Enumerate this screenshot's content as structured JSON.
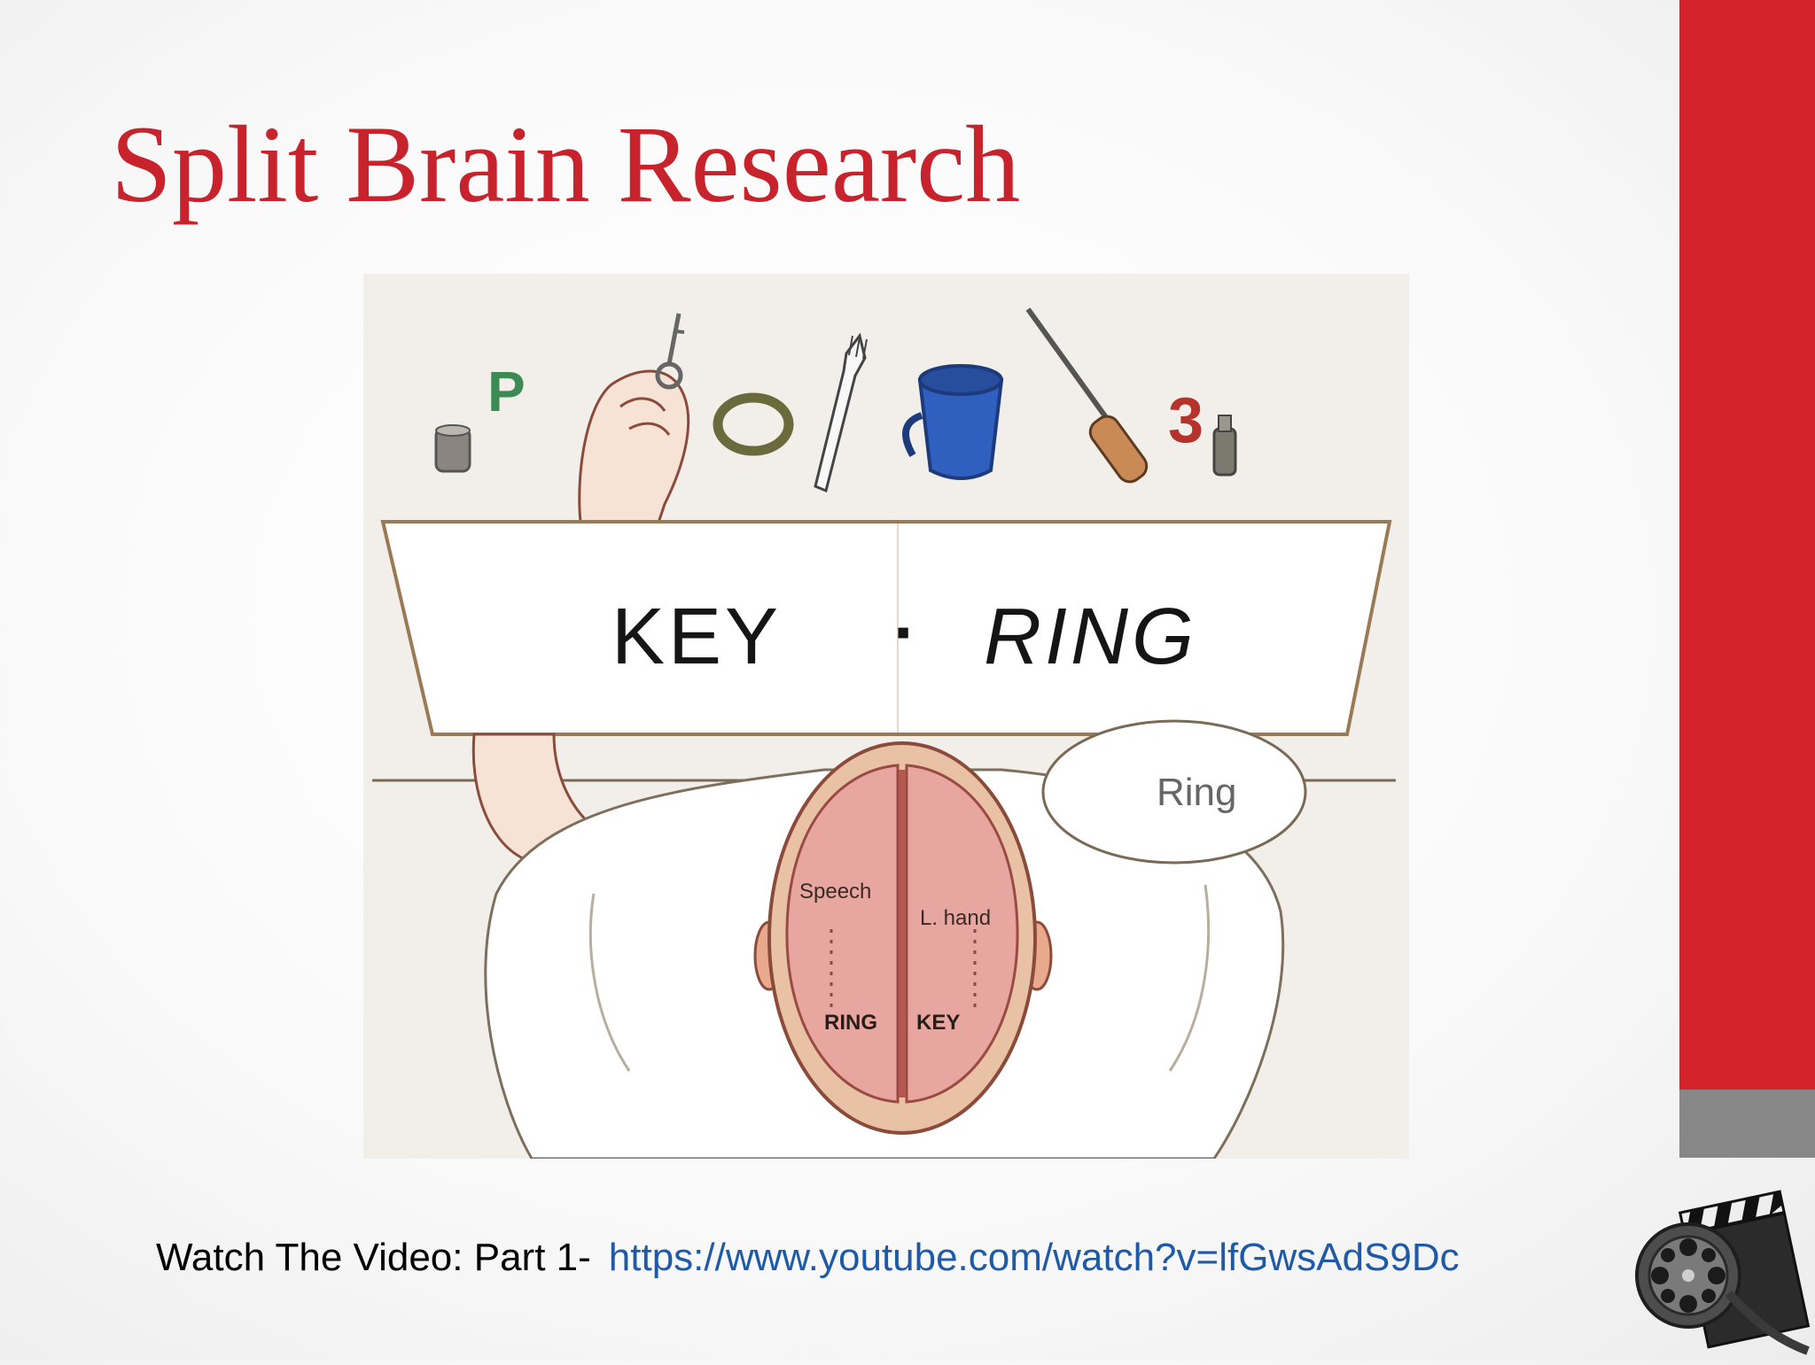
{
  "slide": {
    "title": "Split Brain Research",
    "footer": {
      "prefix": "Watch The Video:  Part 1-",
      "link": "https://www.youtube.com/watch?v=lfGwsAdS9Dc"
    }
  },
  "figure": {
    "object_letter": "P",
    "object_number": "3",
    "screen_left_word": "KEY",
    "screen_separator": "·",
    "screen_right_word": "RING",
    "speech_bubble": "Ring",
    "brain_labels": {
      "left_top": "Speech",
      "right_top": "L. hand",
      "left_bottom": "RING",
      "right_bottom": "KEY"
    }
  },
  "colors": {
    "accent_red": "#d5232b",
    "accent_gray": "#878787",
    "title_red": "#c8232c",
    "link_blue": "#1e5aa8"
  },
  "icons": [
    "film-reel-clapper-icon"
  ]
}
